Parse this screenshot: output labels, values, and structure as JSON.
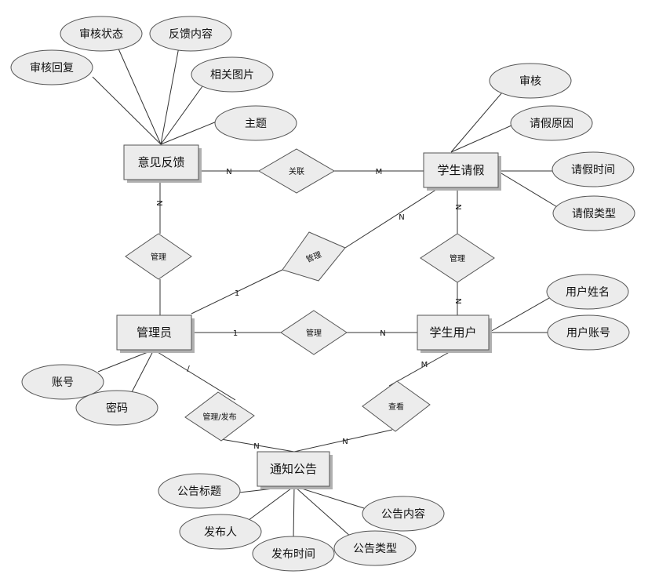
{
  "entities": [
    {
      "id": "feedback",
      "label": "意见反馈"
    },
    {
      "id": "leave",
      "label": "学生请假"
    },
    {
      "id": "admin",
      "label": "管理员"
    },
    {
      "id": "student",
      "label": "学生用户"
    },
    {
      "id": "notice",
      "label": "通知公告"
    }
  ],
  "attributes": [
    {
      "entity": "feedback",
      "label": "审核回复"
    },
    {
      "entity": "feedback",
      "label": "审核状态"
    },
    {
      "entity": "feedback",
      "label": "反馈内容"
    },
    {
      "entity": "feedback",
      "label": "相关图片"
    },
    {
      "entity": "feedback",
      "label": "主题"
    },
    {
      "entity": "leave",
      "label": "审核"
    },
    {
      "entity": "leave",
      "label": "请假原因"
    },
    {
      "entity": "leave",
      "label": "请假时间"
    },
    {
      "entity": "leave",
      "label": "请假类型"
    },
    {
      "entity": "student",
      "label": "用户姓名"
    },
    {
      "entity": "student",
      "label": "用户账号"
    },
    {
      "entity": "admin",
      "label": "账号"
    },
    {
      "entity": "admin",
      "label": "密码"
    },
    {
      "entity": "notice",
      "label": "公告标题"
    },
    {
      "entity": "notice",
      "label": "发布人"
    },
    {
      "entity": "notice",
      "label": "发布时间"
    },
    {
      "entity": "notice",
      "label": "公告类型"
    },
    {
      "entity": "notice",
      "label": "公告内容"
    }
  ],
  "relationships": [
    {
      "label": "关联",
      "from": "feedback",
      "to": "leave",
      "from_card": "N",
      "to_card": "M"
    },
    {
      "label": "管理",
      "from": "feedback",
      "to": "admin",
      "from_card": "N",
      "to_card": ""
    },
    {
      "label": "管理",
      "from": "admin",
      "to": "leave",
      "from_card": "1",
      "to_card": "N"
    },
    {
      "label": "管理",
      "from": "leave",
      "to": "student",
      "from_card": "N",
      "to_card": "N"
    },
    {
      "label": "管理",
      "from": "admin",
      "to": "student",
      "from_card": "1",
      "to_card": "N"
    },
    {
      "label": "管理/发布",
      "from": "admin",
      "to": "notice",
      "from_card": "/",
      "to_card": "N"
    },
    {
      "label": "查看",
      "from": "student",
      "to": "notice",
      "from_card": "M",
      "to_card": "N"
    }
  ]
}
